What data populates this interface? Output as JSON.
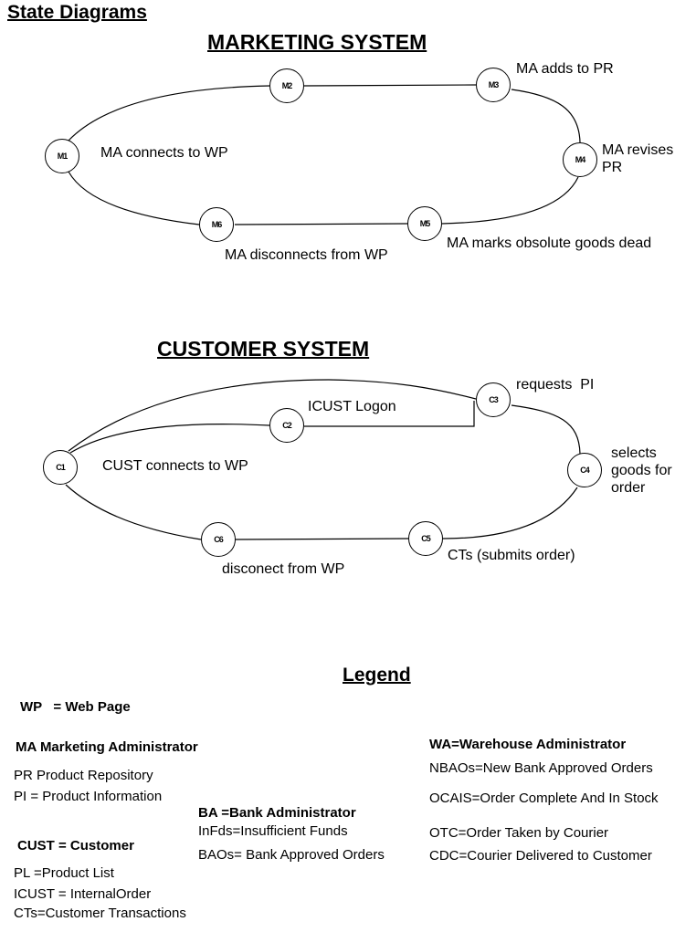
{
  "colors": {
    "ink": "#000000",
    "background": "#ffffff"
  },
  "page": {
    "title": "State Diagrams"
  },
  "marketing": {
    "title": "MARKETING SYSTEM",
    "nodes": [
      {
        "id": "M1",
        "label": "M1"
      },
      {
        "id": "M2",
        "label": "M2"
      },
      {
        "id": "M3",
        "label": "M3"
      },
      {
        "id": "M4",
        "label": "M4"
      },
      {
        "id": "M5",
        "label": "M5"
      },
      {
        "id": "M6",
        "label": "M6"
      }
    ],
    "labels": {
      "connects": "MA connects to WP",
      "adds": "MA adds to PR",
      "revises": "MA revises\nPR",
      "marks": "MA marks obsolute goods dead",
      "disconnects": "MA disconnects from WP"
    }
  },
  "customer": {
    "title": "CUSTOMER SYSTEM",
    "nodes": [
      {
        "id": "C1",
        "label": "C1"
      },
      {
        "id": "C2",
        "label": "C2"
      },
      {
        "id": "C3",
        "label": "C3"
      },
      {
        "id": "C4",
        "label": "C4"
      },
      {
        "id": "C5",
        "label": "C5"
      },
      {
        "id": "C6",
        "label": "C6"
      }
    ],
    "labels": {
      "connects": "CUST connects to WP",
      "logon": "ICUST Logon",
      "requests": "requests  PI",
      "selects": "selects\ngoods for\norder",
      "submits": "CTs (submits order)",
      "disconnect": "disconect from WP"
    }
  },
  "legend": {
    "title": "Legend",
    "wp": "WP   = Web Page",
    "ma": "MA Marketing Administrator",
    "pr": "PR Product Repository",
    "pi": "PI = Product Information",
    "cust": "CUST = Customer",
    "pl": "PL =Product List",
    "icust": "ICUST = InternalOrder",
    "cts": "CTs=Customer Transactions",
    "ba": "BA =Bank Administrator",
    "infds": "InFds=Insufficient Funds",
    "baos": "BAOs= Bank Approved Orders",
    "wa": "WA=Warehouse Administrator",
    "nbaos": "NBAOs=New Bank Approved Orders",
    "ocais": "OCAIS=Order Complete And In Stock",
    "otc": "OTC=Order Taken by Courier",
    "cdc": "CDC=Courier Delivered to Customer"
  }
}
